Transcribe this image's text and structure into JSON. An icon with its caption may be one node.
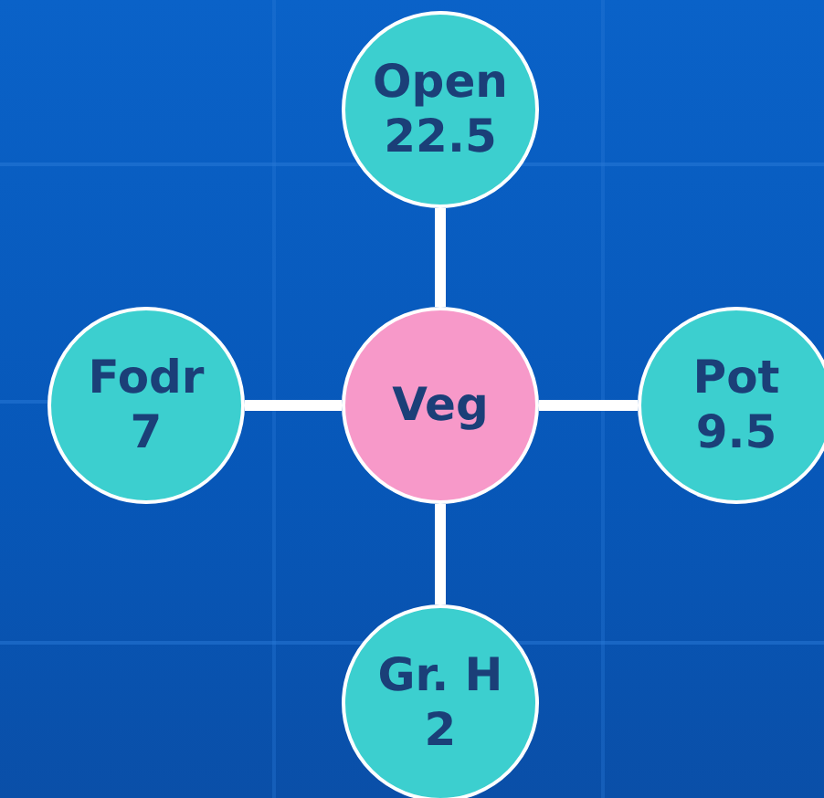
{
  "diagram": {
    "nodes": [
      {
        "text": [
          "Open",
          "22.5"
        ]
      },
      {
        "text": [
          "Fodr",
          "7"
        ]
      },
      {
        "text": [
          "Veg"
        ]
      },
      {
        "text": [
          "Pot",
          "9.5"
        ]
      },
      {
        "text": [
          "Gr. H",
          "2"
        ]
      }
    ],
    "edges": [
      {
        "from": 2,
        "to": 0,
        "arrow": "none"
      },
      {
        "from": 2,
        "to": 1,
        "arrow": "none"
      },
      {
        "from": 2,
        "to": 3,
        "arrow": "none"
      },
      {
        "from": 2,
        "to": 4,
        "arrow": "none"
      }
    ]
  }
}
